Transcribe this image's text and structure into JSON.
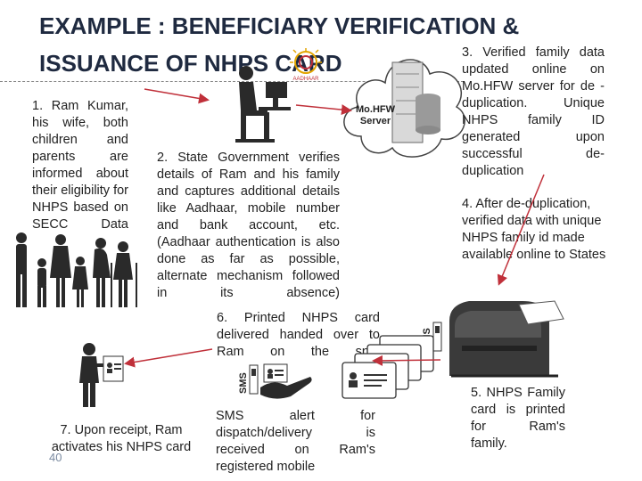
{
  "slide": {
    "title_line1": "EXAMPLE : BENEFICIARY VERIFICATION &",
    "title_line2": "ISSUANCE OF NHPS CARD",
    "page_number": "40"
  },
  "server_label": "Mo.HFW\nServer",
  "steps": {
    "step1": "1. Ram Kumar, his wife, both children and parents are informed about their eligibility for NHPS based on SECC Data",
    "step2": "2. State Government verifies details of Ram and his family and captures additional details like Aadhaar, mobile number and bank account, etc. (Aadhaar authentication is also done as far as possible, alternate mechanism followed in its absence)",
    "step3": "3. Verified family data updated online on Mo.HFW server for de -duplication. Unique NHPS family ID generated upon successful de-duplication",
    "step4": "4. After de-duplication, verified data with unique NHPS family id made available online to States",
    "step5": "5. NHPS Family card is printed for Ram's family.",
    "step6": "6. Printed NHPS card delivered handed over to Ram on the spot",
    "step7": "7. Upon receipt, Ram activates his NHPS card",
    "sms_text": "SMS alert for dispatch/delivery is received on Ram's registered mobile"
  },
  "icons": {
    "sms_label": "SMS",
    "aadhaar_label": "AADHAAR"
  },
  "colors": {
    "title": "#1f2a40",
    "arrow": "#c0303a",
    "text": "#222222"
  }
}
